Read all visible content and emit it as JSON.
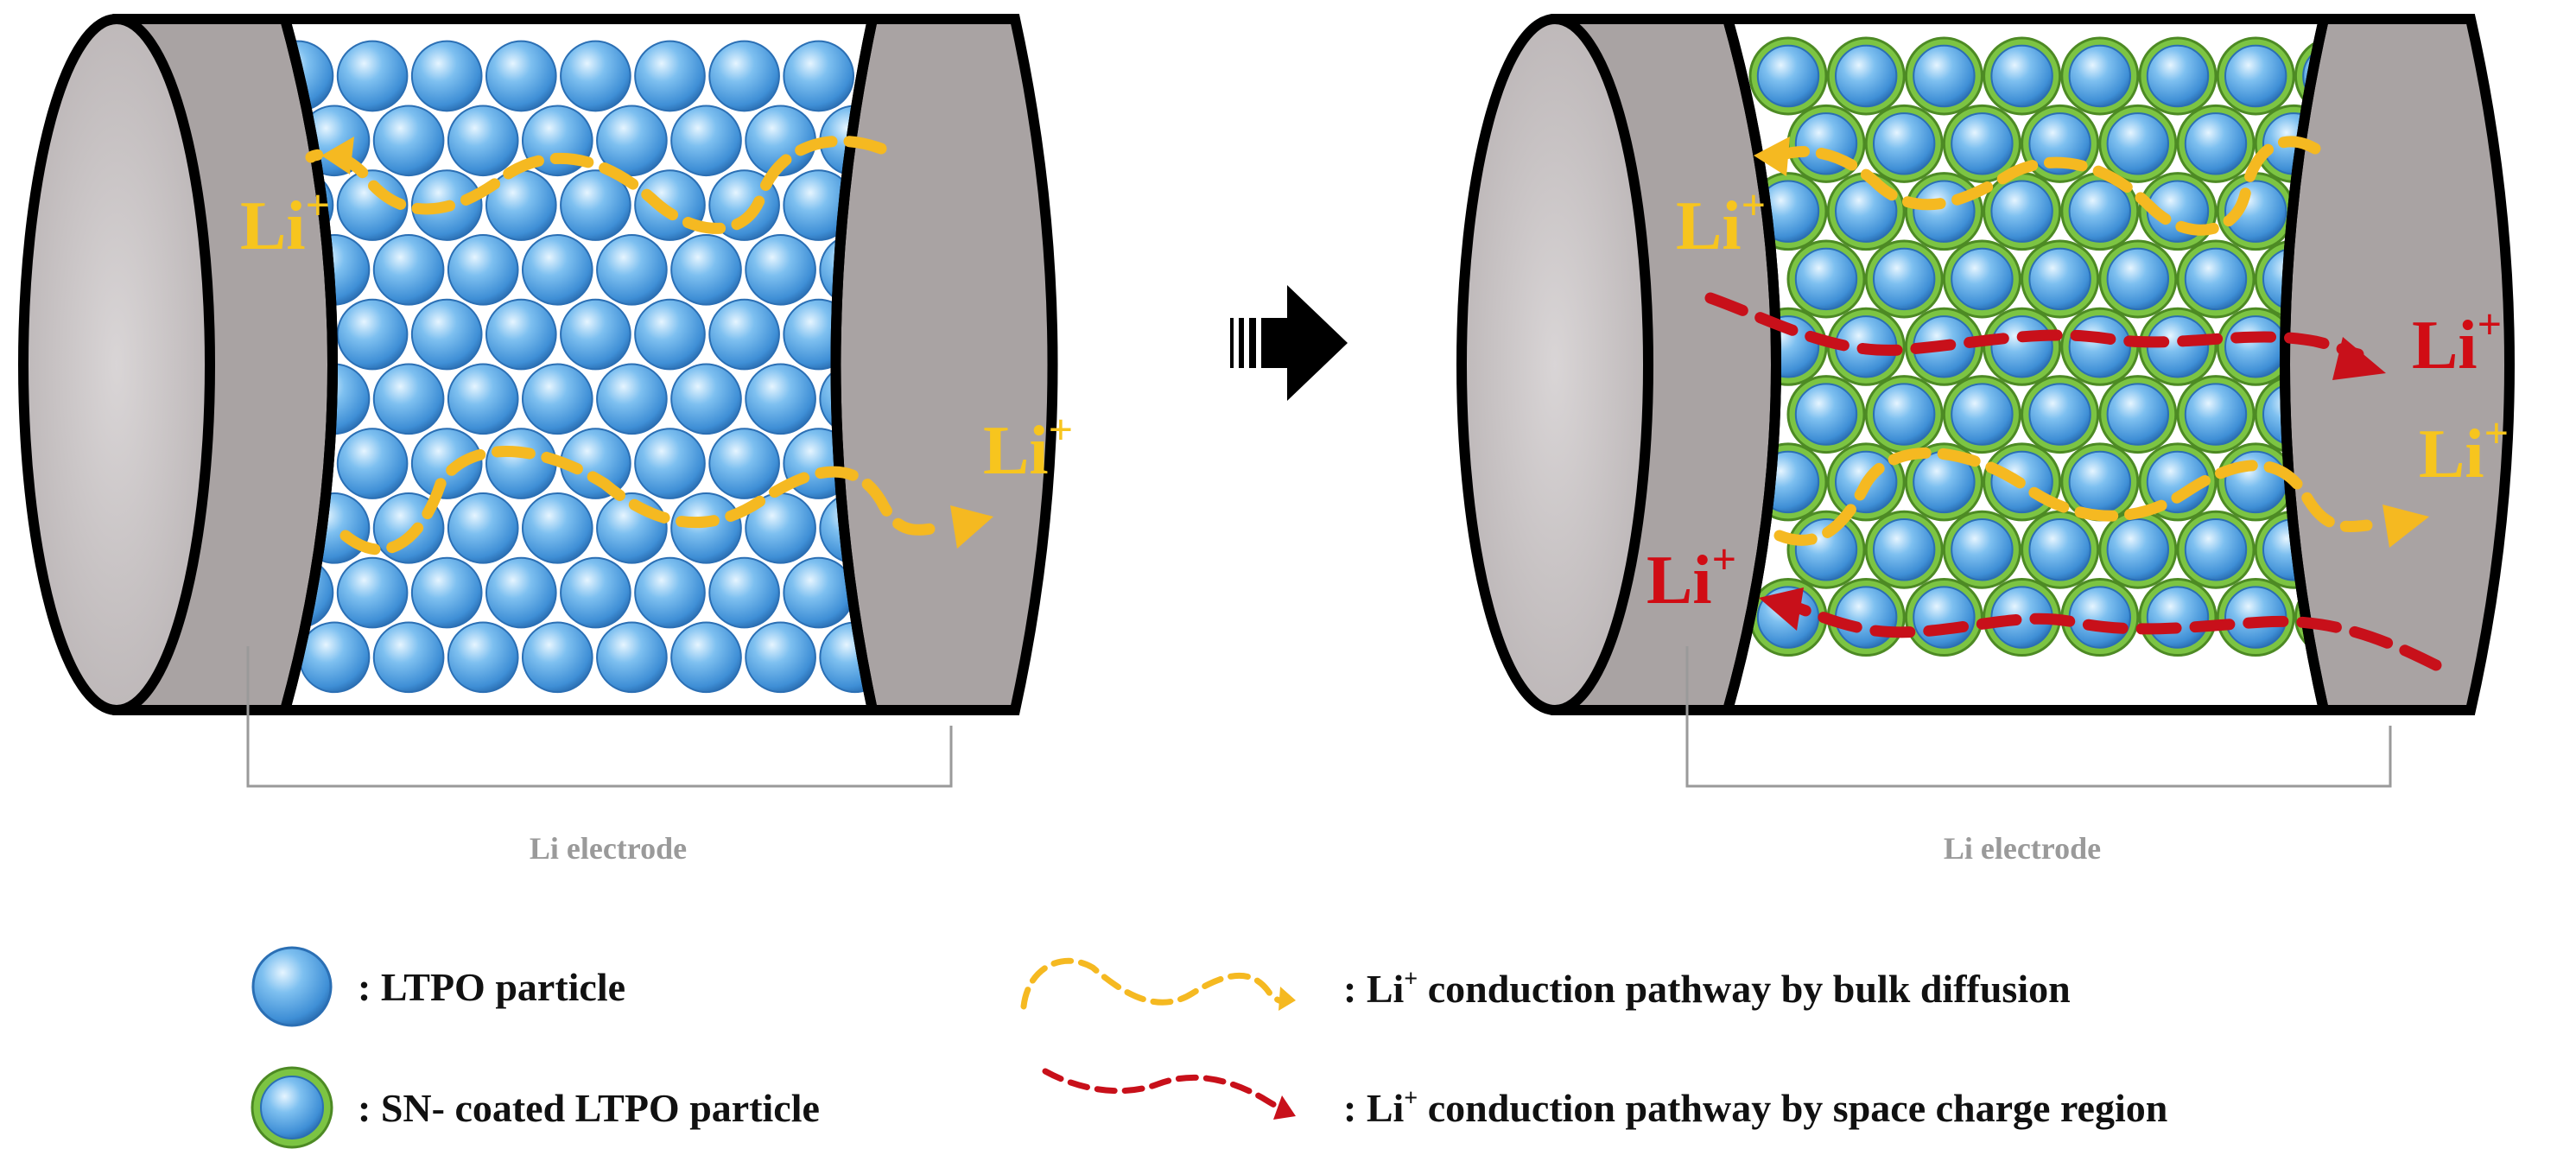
{
  "colors": {
    "electrode_face": "#c9c4c5",
    "electrode_body": "#a9a3a3",
    "outline": "#000000",
    "particle_blue": "#5ea9e6",
    "particle_blue_dark": "#2e78c4",
    "coating_green": "#7cc443",
    "bulk_path": "#f5b921",
    "bulk_label": "#f7c51e",
    "space_charge_path": "#c8101a",
    "space_charge_label": "#d10c14",
    "bracket": "#9a9a9a"
  },
  "left_cell": {
    "ion_labels": [
      "Li",
      "Li"
    ],
    "ion_superscript": "+",
    "electrode_label": "Li electrode"
  },
  "right_cell": {
    "bulk_ion_labels": [
      "Li",
      "Li"
    ],
    "space_charge_ion_labels": [
      "Li",
      "Li"
    ],
    "ion_superscript": "+",
    "electrode_label": "Li electrode"
  },
  "transition_arrow": "arrow-right-icon",
  "legend": {
    "ltpo_particle": ": LTPO particle",
    "sn_coated_particle": ": SN- coated LTPO particle",
    "bulk_pathway_prefix": ": Li",
    "bulk_pathway_sup": "+",
    "bulk_pathway_suffix": " conduction pathway  by bulk diffusion",
    "space_charge_prefix": ": Li",
    "space_charge_sup": "+",
    "space_charge_suffix": " conduction pathway  by space charge region"
  }
}
